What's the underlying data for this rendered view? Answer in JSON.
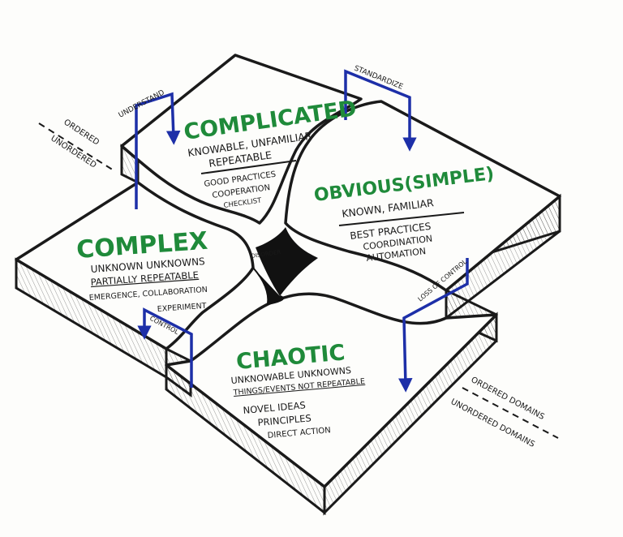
{
  "colors": {
    "ink": "#1a1a1a",
    "green": "#1f8a3a",
    "blue": "#1d2fa8",
    "background": "#fdfdfb"
  },
  "domains": {
    "complicated": {
      "title": "COMPLICATED",
      "traits": [
        "KNOWABLE, UNFAMILIAR",
        "REPEATABLE"
      ],
      "practices": [
        "GOOD PRACTICES",
        "COOPERATION",
        "CHECKLIST"
      ]
    },
    "obvious": {
      "title": "OBVIOUS(SIMPLE)",
      "traits": [
        "KNOWN, FAMILIAR"
      ],
      "practices": [
        "BEST PRACTICES",
        "COORDINATION",
        "AUTOMATION"
      ]
    },
    "complex": {
      "title": "COMPLEX",
      "traits": [
        "UNKNOWN UNKNOWNS",
        "PARTIALLY REPEATABLE"
      ],
      "practices": [
        "EMERGENCE, COLLABORATION",
        "EXPERIMENT"
      ]
    },
    "chaotic": {
      "title": "CHAOTIC",
      "traits": [
        "UNKNOWABLE UNKNOWNS",
        "THINGS/EVENTS NOT REPEATABLE"
      ],
      "practices": [
        "NOVEL IDEAS",
        "PRINCIPLES",
        "DIRECT ACTION"
      ]
    }
  },
  "center_label": "DISORDER",
  "arrows": {
    "understand": "UNDERSTAND",
    "standardize": "STANDARDIZE",
    "control": "CONTROL",
    "loss_of_control": "LOSS OF CONTROL"
  },
  "boundaries": {
    "top_left_ordered": "ORDERED",
    "top_left_unordered": "UNORDERED",
    "bottom_right_ordered": "ORDERED DOMAINS",
    "bottom_right_unordered": "UNORDERED DOMAINS"
  }
}
